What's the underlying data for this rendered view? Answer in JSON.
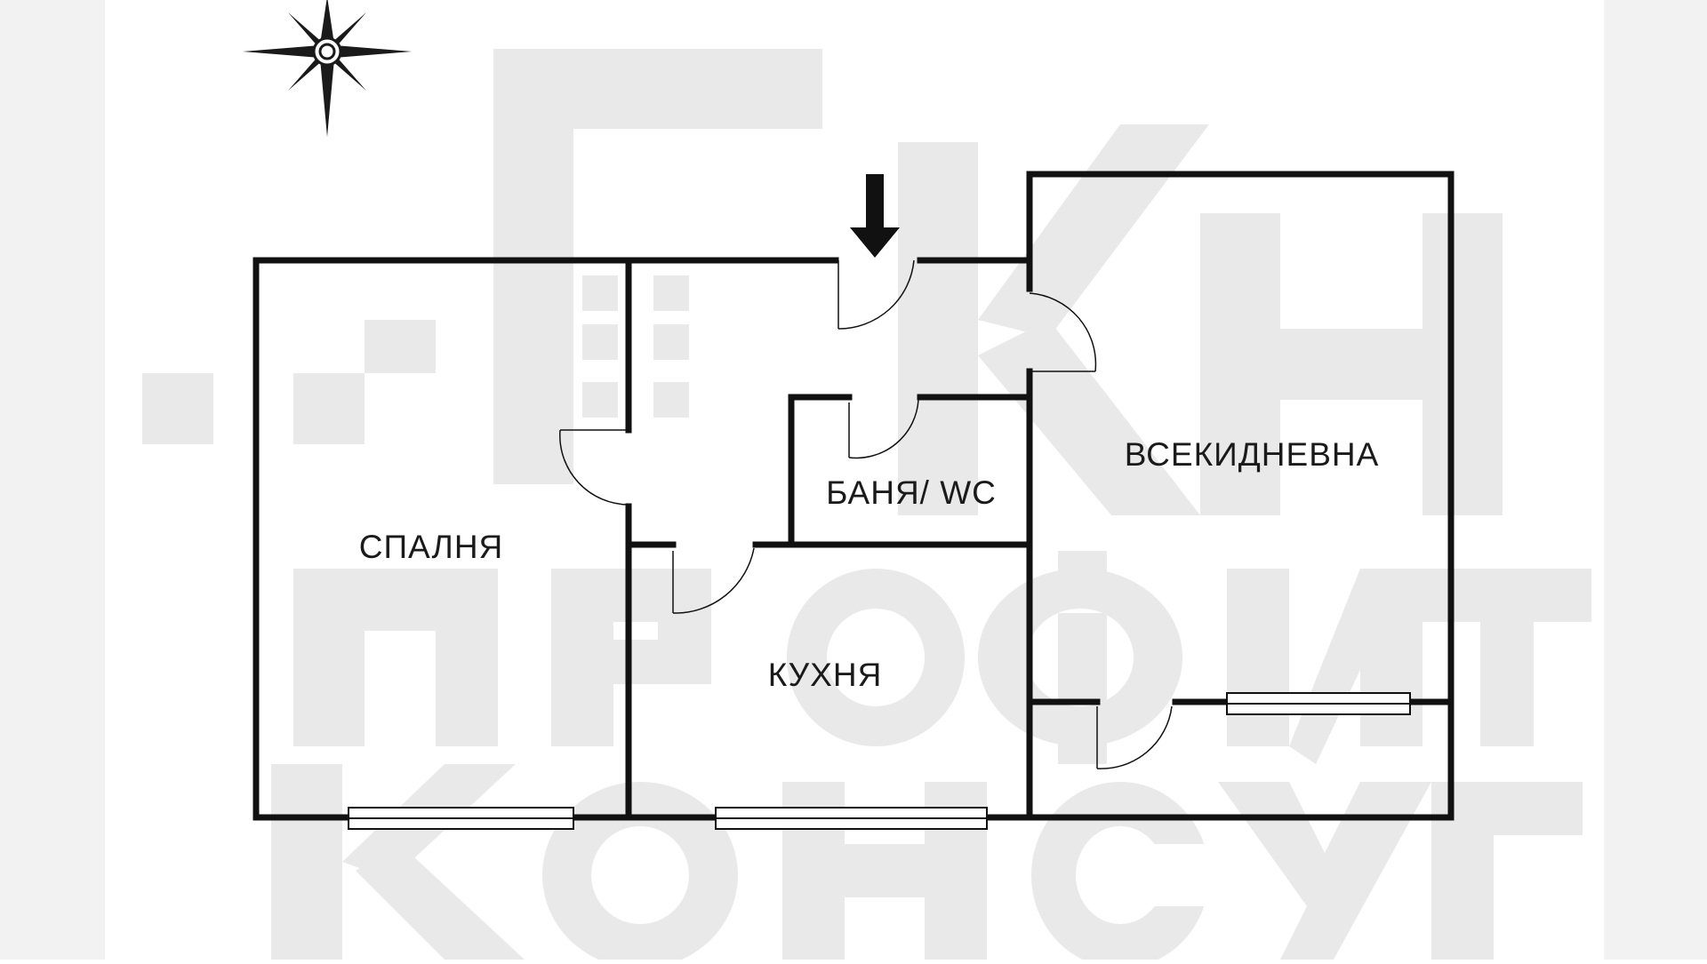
{
  "watermark": {
    "logo_text": "ГК ПРОФИТ КОНСУЛТ",
    "color": "#e6e6e6"
  },
  "compass": {
    "icon": "compass-rose-icon",
    "color": "#1a1a1a"
  },
  "entrance": {
    "icon": "entrance-arrow-icon",
    "color": "#111111"
  },
  "rooms": {
    "bedroom": "СПАЛНЯ",
    "bathroom": "БАНЯ/ WC",
    "kitchen": "КУХНЯ",
    "living": "ВСЕКИДНЕВНА"
  },
  "colors": {
    "wall": "#111111",
    "background": "#f2f2f2",
    "panel": "#ffffff",
    "window_fill": "#ffffff"
  }
}
